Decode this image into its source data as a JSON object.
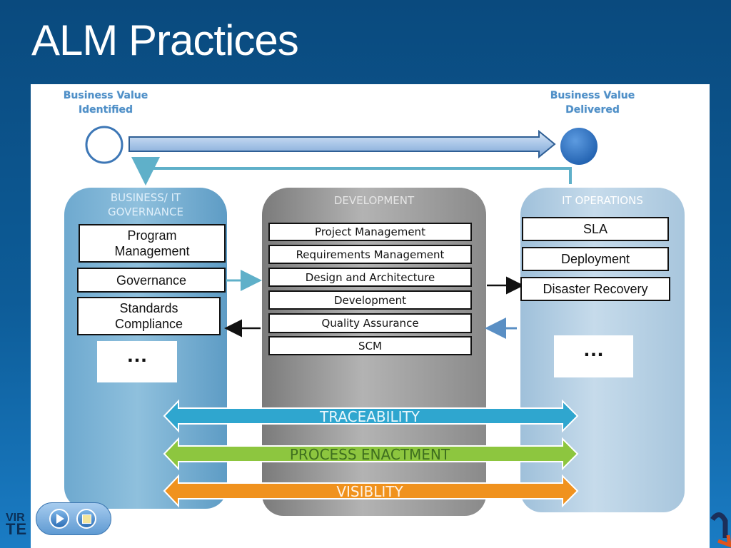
{
  "slide": {
    "title": "ALM Practices"
  },
  "milestones": {
    "start": [
      "Business Value",
      "Identified"
    ],
    "end": [
      "Business Value",
      "Delivered"
    ]
  },
  "columns": {
    "governance": {
      "title": [
        "BUSINESS/ IT",
        "GOVERNANCE"
      ],
      "items": [
        [
          "Program",
          "Management"
        ],
        [
          "Governance"
        ],
        [
          "Standards",
          "Compliance"
        ]
      ],
      "more": "…"
    },
    "development": {
      "title": "DEVELOPMENT",
      "items": [
        "Project Management",
        "Requirements  Management",
        "Design and Architecture",
        "Development",
        "Quality Assurance",
        "SCM"
      ]
    },
    "operations": {
      "title": "IT OPERATIONS",
      "items": [
        "SLA",
        "Deployment",
        "Disaster Recovery"
      ],
      "more": "…"
    }
  },
  "bands": [
    {
      "label": "TRACEABILITY",
      "color": "#2fa6cf",
      "text_color": "#e9f7fc"
    },
    {
      "label": "PROCESS ENACTMENT",
      "color": "#8dc63f",
      "text_color": "#3f6f1f"
    },
    {
      "label": "VISIBLITY",
      "color": "#f0921e",
      "text_color": "#fff3e6"
    }
  ],
  "colors": {
    "slide_bg": "#0d5c98",
    "accent": "#4f8fc7",
    "connector": "#5fb0c9"
  },
  "footer": {
    "logo_left": [
      "VIR",
      "TE"
    ],
    "nav_icons": [
      "play-icon",
      "stop-icon"
    ]
  }
}
